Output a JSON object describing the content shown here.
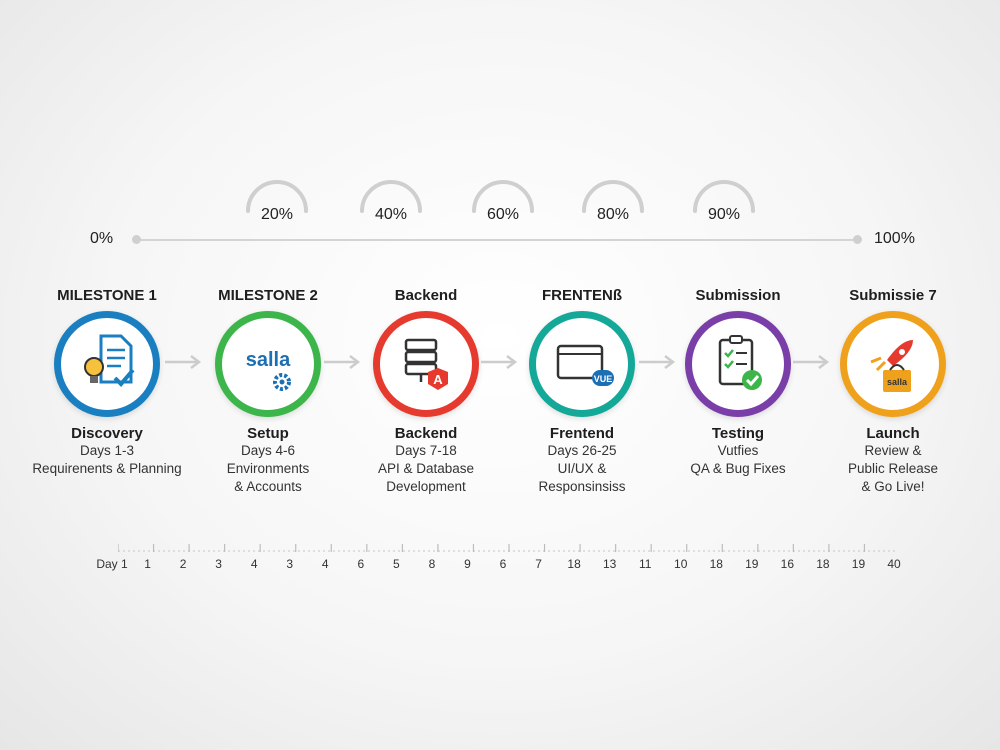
{
  "progress": {
    "start_label": "0%",
    "end_label": "100%",
    "gauges": [
      {
        "label": "20%",
        "fraction": 0.2
      },
      {
        "label": "40%",
        "fraction": 0.4
      },
      {
        "label": "60%",
        "fraction": 0.6
      },
      {
        "label": "80%",
        "fraction": 0.8
      },
      {
        "label": "90%",
        "fraction": 0.9
      }
    ]
  },
  "milestones": [
    {
      "title": "MILESTONE 1",
      "name": "Discovery",
      "lines": [
        "Days 1-3",
        "Requirenents & Planning"
      ],
      "color": "#1a7fc1",
      "icon": "document-lightbulb-icon"
    },
    {
      "title": "MILESTONE 2",
      "name": "Setup",
      "lines": [
        "Days 4-6",
        "Environments",
        "& Accounts"
      ],
      "color": "#3cb64a",
      "icon": "salla-gear-icon",
      "brand": "salla"
    },
    {
      "title": "Backend",
      "name": "Backend",
      "lines": [
        "Days 7-18",
        "API & Database",
        "Development"
      ],
      "color": "#e63a2e",
      "icon": "server-database-icon",
      "badge": "A"
    },
    {
      "title": "FRENTENß",
      "name": "Frentend",
      "lines": [
        "Days 26-25",
        "UI/UX &",
        "Responsinsiss"
      ],
      "color": "#14a898",
      "icon": "browser-vue-icon",
      "badge": "VUE"
    },
    {
      "title": "Submission",
      "name": "Testing",
      "lines": [
        "Vutfies",
        "QA & Bug Fixes"
      ],
      "color": "#7a3ea8",
      "icon": "checklist-icon"
    },
    {
      "title": "Submissie 7",
      "name": "Launch",
      "lines": [
        "Review &",
        "Public Release",
        "& Go Live!"
      ],
      "color": "#f0a11c",
      "icon": "rocket-bag-icon",
      "brand": "salla"
    }
  ],
  "day_axis": [
    "Day 1",
    "1",
    "2",
    "3",
    "4",
    "3",
    "4",
    "6",
    "5",
    "8",
    "9",
    "6",
    "7",
    "18",
    "13",
    "11",
    "10",
    "18",
    "19",
    "16",
    "18",
    "19",
    "40"
  ]
}
